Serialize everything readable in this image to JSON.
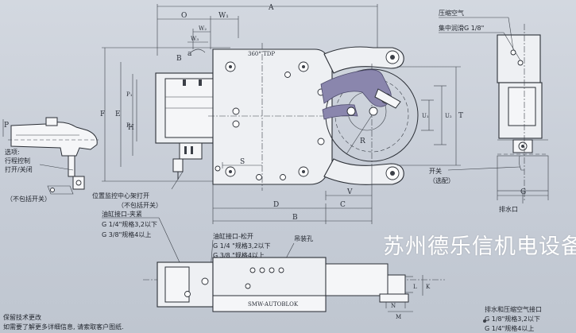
{
  "diagram": {
    "dimensions": {
      "A": "A",
      "O": "O",
      "W1": "W₁",
      "W2": "W₂",
      "W3": "W₃",
      "a": "a",
      "B": "B",
      "C": "C",
      "D": "D",
      "E": "E",
      "F": "F",
      "G": "G",
      "H": "H",
      "L": "L",
      "K": "K",
      "N": "N",
      "M": "M",
      "P": "P",
      "P1": "P₁",
      "P2": "P₂",
      "R": "R",
      "S": "S",
      "T": "T",
      "U1": "U₁",
      "U2": "U₂",
      "V": "V"
    },
    "top_right_labels": {
      "compressed_air": "压缩空气",
      "central_lubrication": "集中润滑G 1/8\""
    },
    "rotation_mark": "360° TDP",
    "left_notes": {
      "option": "选项:",
      "stroke_control": "行程控制",
      "open_close": "打开/关闭",
      "not_included": "（不包括开关）"
    },
    "position_monitor": {
      "line1": "位置监控中心架打开",
      "line2": "（不包括开关）"
    },
    "switch_note": {
      "line1": "开关",
      "line2": "（选配）"
    },
    "drain_label": "排水口",
    "cylinder_clamp": {
      "title": "油缸接口-夹紧",
      "line1": "G 1/4\"规格3,2以下",
      "line2": "G 3/8\"规格4以上"
    },
    "cylinder_open": {
      "title": "油缸接口-松开",
      "line1": "G 1/4 \"规格3,2以下",
      "line2": "G 3/8 \"规格4以上"
    },
    "lifting_hole": "吊装孔",
    "brand_plate": "SMW-AUTOBLOK",
    "drain_air_port": {
      "title": "排水和压缩空气接口",
      "line1": "G 1/8\"规格3,2以下",
      "line2": "G 1/4\"规格4以上"
    },
    "disclaimer": {
      "line1": "保留技术更改",
      "line2": "如需要了解更多详细信息, 请索取客户图纸."
    },
    "watermark": "苏州德乐信机电设备"
  },
  "colors": {
    "background": "#c9cfd8",
    "line": "#2b2f36",
    "jaw_accent": "#8a86ad",
    "watermark": "#ffffff"
  }
}
